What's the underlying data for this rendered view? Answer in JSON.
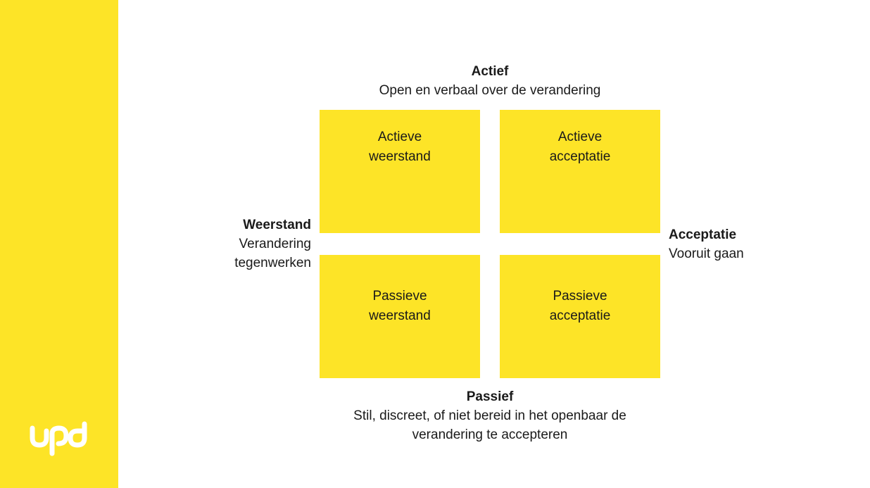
{
  "brand": {
    "logo_text": "upd",
    "accent_color": "#fde427"
  },
  "axes": {
    "top": {
      "title": "Actief",
      "description": "Open en verbaal over de verandering"
    },
    "bottom": {
      "title": "Passief",
      "description": "Stil, discreet, of niet bereid in het openbaar de verandering te accepteren"
    },
    "left": {
      "title": "Weerstand",
      "description": "Verandering tegenwerken"
    },
    "right": {
      "title": "Acceptatie",
      "description": "Vooruit gaan"
    }
  },
  "quadrants": {
    "top_left": "Actieve weerstand",
    "top_right": "Actieve acceptatie",
    "bottom_left": "Passieve weerstand",
    "bottom_right": "Passieve acceptatie"
  }
}
